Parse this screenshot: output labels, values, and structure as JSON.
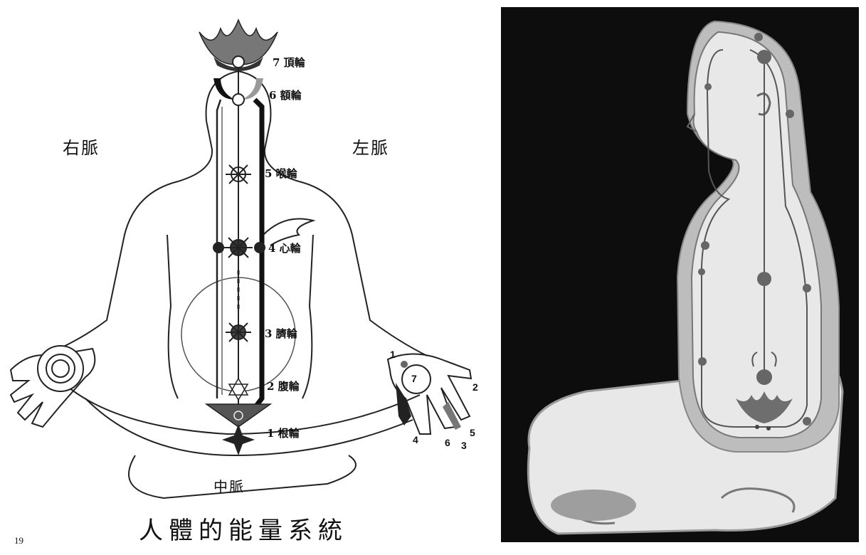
{
  "left_diagram": {
    "right_channel_label": "右脈",
    "left_channel_label": "左脈",
    "central_channel_label": "中脈",
    "caption": "人體的能量系統",
    "page_number": "19",
    "chakras": [
      {
        "num": "7",
        "name": "頂輪"
      },
      {
        "num": "6",
        "name": "額輪"
      },
      {
        "num": "5",
        "name": "喉輪"
      },
      {
        "num": "4",
        "name": "心輪"
      },
      {
        "num": "3",
        "name": "臍輪"
      },
      {
        "num": "2",
        "name": "腹輪"
      },
      {
        "num": "1",
        "name": "根輪"
      }
    ],
    "left_hand_marker": "7",
    "hand_numbers": [
      "1",
      "2",
      "3",
      "4",
      "5",
      "6"
    ]
  },
  "right_diagram": {
    "background_color": "#0d0d0d",
    "silhouette_color": "#e8e8e8",
    "halo_color": "#bdbdbd",
    "node_color": "#555555",
    "lotus_color": "#6e6e6e"
  }
}
